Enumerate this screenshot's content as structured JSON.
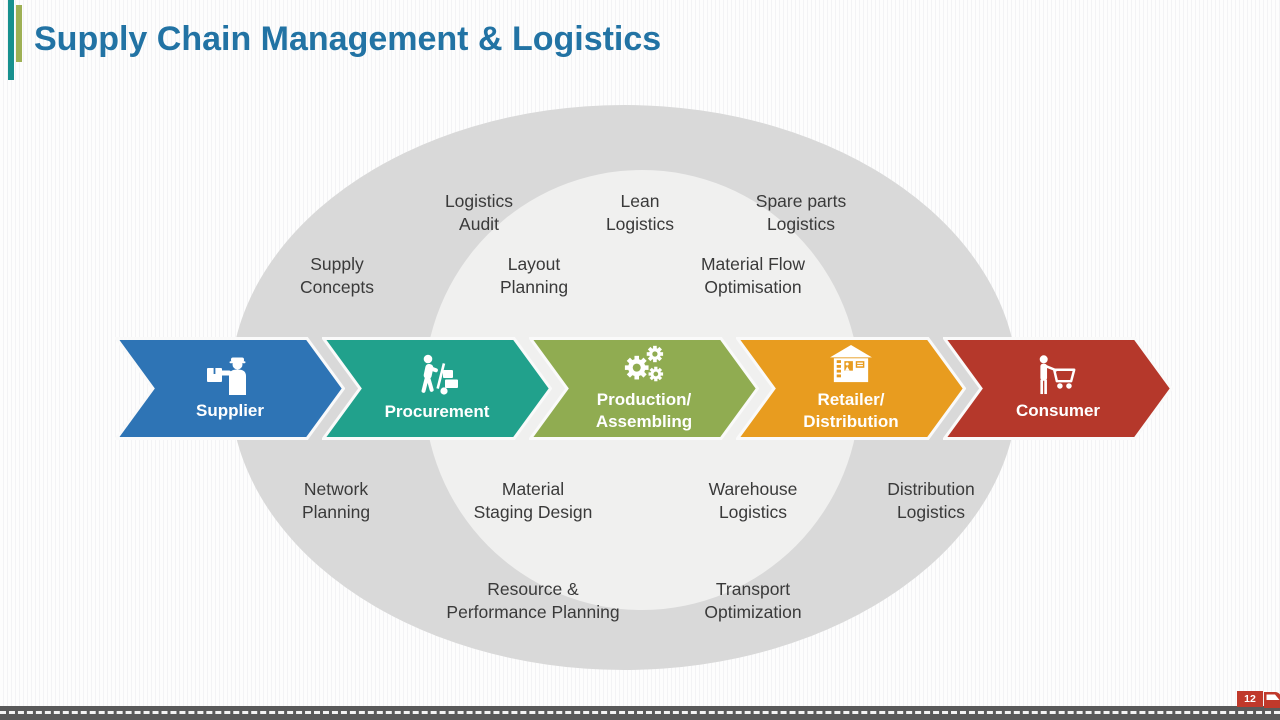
{
  "header": {
    "title": "Supply Chain Management & Logistics"
  },
  "footer": {
    "page_number": "12"
  },
  "colors": {
    "title_blue": "#2273A4",
    "accent_teal": "#17908E",
    "accent_olive": "#9EB054",
    "outer_ring_gray": "#D9D9D9",
    "inner_ring_gray": "#F0F0EF",
    "road_gray": "#595959",
    "truck_red": "#C0392B"
  },
  "chain": [
    {
      "label": "Supplier",
      "color": "#2E74B5",
      "icon": "supplier-delivery-icon"
    },
    {
      "label": "Procurement",
      "color": "#21A18C",
      "icon": "hand-truck-icon"
    },
    {
      "label": "Production/\nAssembling",
      "color": "#90AC51",
      "icon": "gears-icon"
    },
    {
      "label": "Retailer/\nDistribution",
      "color": "#E89C1F",
      "icon": "warehouse-icon"
    },
    {
      "label": "Consumer",
      "color": "#B5382B",
      "icon": "shopping-cart-icon"
    }
  ],
  "orbit_labels": [
    {
      "text": "Logistics\nAudit"
    },
    {
      "text": "Lean\nLogistics"
    },
    {
      "text": "Spare parts\nLogistics"
    },
    {
      "text": "Supply\nConcepts"
    },
    {
      "text": "Layout\nPlanning"
    },
    {
      "text": "Material Flow\nOptimisation"
    },
    {
      "text": "Network\nPlanning"
    },
    {
      "text": "Material\nStaging Design"
    },
    {
      "text": "Warehouse\nLogistics"
    },
    {
      "text": "Distribution\nLogistics"
    },
    {
      "text": "Resource &\nPerformance Planning"
    },
    {
      "text": "Transport\nOptimization"
    }
  ]
}
